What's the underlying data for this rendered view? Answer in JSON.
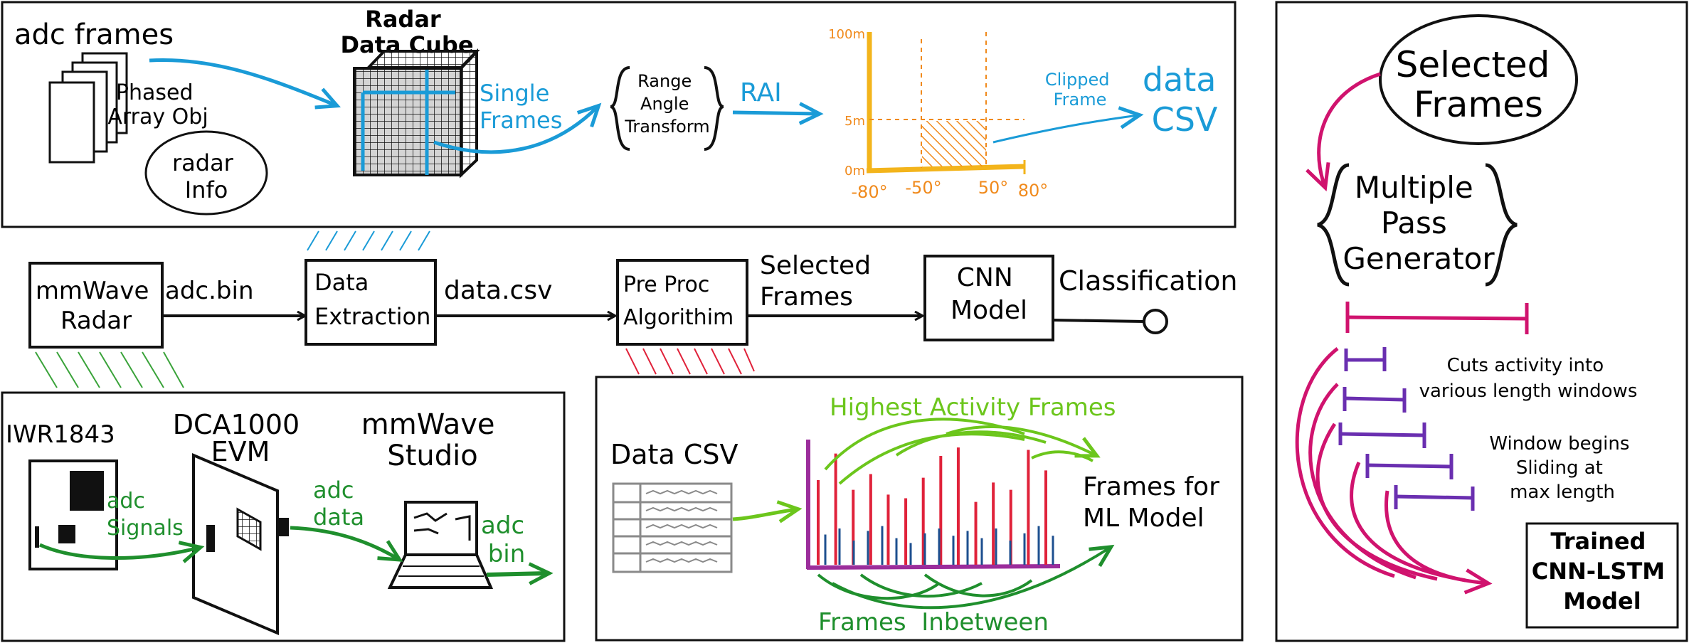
{
  "colors": {
    "ink": "#111111",
    "blue": "#1a9bd7",
    "orange": "#f08a1c",
    "yellow": "#f3b41b",
    "green_dark": "#1f8f2d",
    "green_light": "#6cc61c",
    "green_hatch": "#3aa33a",
    "red": "#e0223a",
    "navy": "#1d4f8f",
    "magenta": "#d0136e",
    "purple": "#6a2fb0",
    "purple_axis": "#9b2d9b",
    "gray": "#8a8a8a"
  },
  "top_panel": {
    "adc_frames": "adc frames",
    "phased_array": [
      "Phased",
      "Array Obj"
    ],
    "radar_info": [
      "radar",
      "Info"
    ],
    "radar_data_cube": [
      "Radar",
      "Data Cube"
    ],
    "single_frames": [
      "Single",
      "Frames"
    ],
    "transform": [
      "Range",
      "Angle",
      "Transform"
    ],
    "rai": "RAI",
    "plot": {
      "y_ticks": [
        "100m",
        "5m",
        "0m"
      ],
      "x_ticks": [
        "-80°",
        "-50°",
        "50°",
        "80°"
      ]
    },
    "clipped_frame": [
      "Clipped",
      "Frame"
    ],
    "data_csv": [
      "data",
      "CSV"
    ]
  },
  "pipeline": {
    "mmwave_radar": [
      "mmWave",
      "Radar"
    ],
    "adc_bin": "adc.bin",
    "data_extraction": [
      "Data",
      "Extraction"
    ],
    "data_csv": "data.csv",
    "pre_proc": [
      "Pre Proc",
      "Algorithim"
    ],
    "selected_frames": [
      "Selected",
      "Frames"
    ],
    "cnn_model": [
      "CNN",
      "Model"
    ],
    "classification": "Classification"
  },
  "bottom_left": {
    "iwr": "IWR1843",
    "dca": [
      "DCA1000",
      "EVM"
    ],
    "studio": [
      "mmWave",
      "Studio"
    ],
    "adc_signals": [
      "adc",
      "Signals"
    ],
    "adc_data": [
      "adc",
      "data"
    ],
    "adc_bin": [
      "adc",
      "bin"
    ]
  },
  "bottom_mid": {
    "data_csv": "Data CSV",
    "highest": "Highest Activity Frames",
    "frames_for": [
      "Frames for",
      "ML Model"
    ],
    "inbetween": "Frames  Inbetween",
    "chart_data": {
      "type": "bar",
      "red_bars": [
        0.7,
        0.92,
        0.62,
        0.75,
        0.58,
        0.55,
        0.72,
        0.9,
        0.97,
        0.52,
        0.68,
        0.62,
        0.95,
        0.78
      ],
      "blue_bars": [
        0.25,
        0.3,
        0.2,
        0.28,
        0.32,
        0.22,
        0.18,
        0.26,
        0.3,
        0.24,
        0.28,
        0.22,
        0.3,
        0.2,
        0.26,
        0.32,
        0.24
      ]
    }
  },
  "right_panel": {
    "selected_frames": [
      "Selected",
      "Frames"
    ],
    "generator": [
      "Multiple",
      "Pass",
      "Generator"
    ],
    "cuts": [
      "Cuts activity into",
      "various length windows"
    ],
    "window": [
      "Window begins",
      "Sliding at",
      "max length"
    ],
    "trained": [
      "Trained",
      "CNN-LSTM",
      "Model"
    ]
  }
}
